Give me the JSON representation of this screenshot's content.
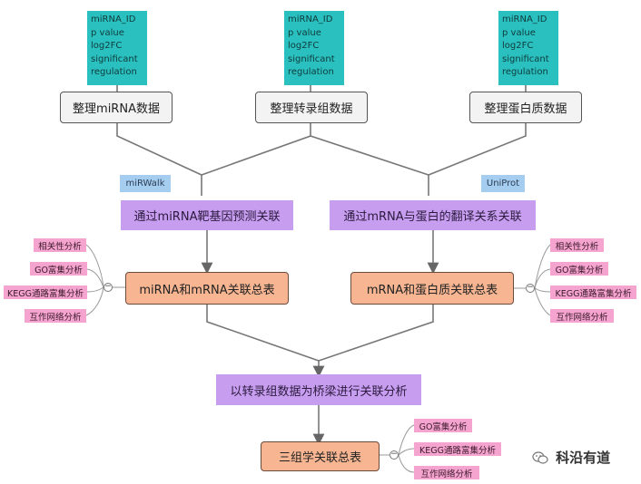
{
  "teal_fields": {
    "left": "miRNA_ID\np value\nlog2FC\nsignificant\nregulation",
    "middle": "miRNA_ID\np value\nlog2FC\nsignificant\nregulation",
    "right": "miRNA_ID\np value\nlog2FC\nsignificant\nregulation"
  },
  "data_sources": {
    "mirna": "整理miRNA数据",
    "transcriptome": "整理转录组数据",
    "protein": "整理蛋白质数据"
  },
  "tools": {
    "mirwalk": "miRWalk",
    "uniprot": "UniProt"
  },
  "associations": {
    "mirna_target": "通过miRNA靶基因预测关联",
    "mrna_protein": "通过mRNA与蛋白的翻译关系关联"
  },
  "summary_tables": {
    "mirna_mrna": "miRNA和mRNA关联总表",
    "mrna_protein": "mRNA和蛋白质关联总表",
    "bridge": "以转录组数据为桥梁进行关联分析",
    "three_omics": "三组学关联总表"
  },
  "analyses_left": [
    "相关性分析",
    "GO富集分析",
    "KEGG通路富集分析",
    "互作网络分析"
  ],
  "analyses_right": [
    "相关性分析",
    "GO富集分析",
    "KEGG通路富集分析",
    "互作网络分析"
  ],
  "analyses_bottom": [
    "GO富集分析",
    "KEGG通路富集分析",
    "互作网络分析"
  ],
  "collapse_symbol": "−",
  "watermark": {
    "icon": "wechat-icon",
    "text": "科沿有道"
  },
  "colors": {
    "teal": "#2bc0c0",
    "purple": "#c79df0",
    "orange": "#f7b592",
    "pink": "#f5a3cf",
    "blue": "#a5cdf0"
  }
}
